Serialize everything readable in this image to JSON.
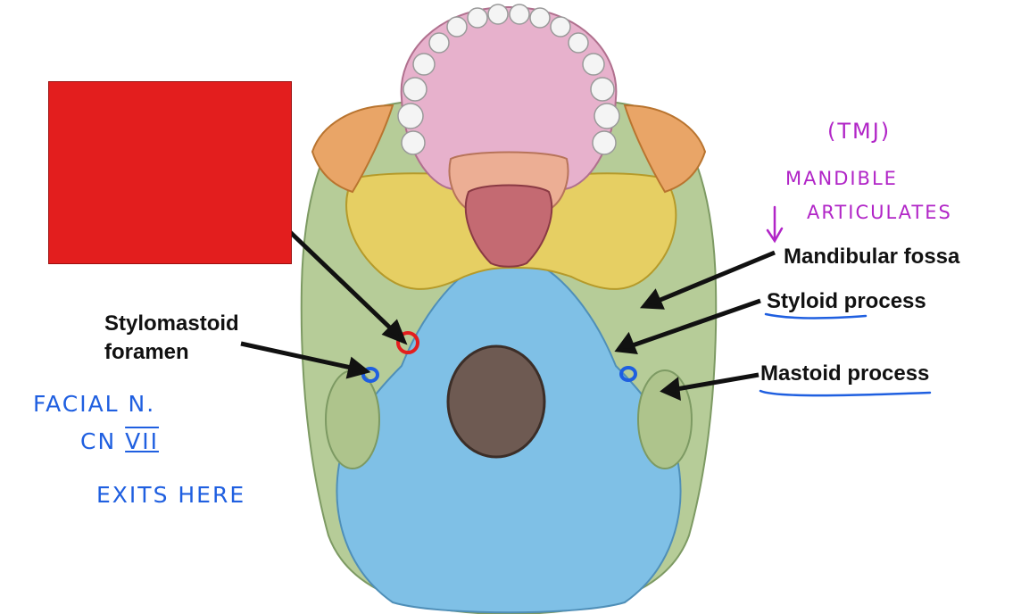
{
  "labels": {
    "stylomastoid": "Stylomastoid",
    "foramen": "foramen",
    "mandibular_fossa": "Mandibular fossa",
    "styloid_word": "Styloid",
    "styloid_rest": " process",
    "mastoid_word": "Mastoid",
    "mastoid_rest": " process"
  },
  "handwriting": {
    "facial_n": "FACIAL N.",
    "cn": "CN",
    "cn_numeral": "VII",
    "exits_here": "EXITS HERE",
    "tmj": "(TMJ)",
    "mandible": "MANDIBLE",
    "articulates": "ARTICULATES"
  },
  "colors": {
    "occipital": "#7fc0e6",
    "temporal": "#b6cc98",
    "sphenoid": "#e6cf63",
    "zygomatic": "#e9a567",
    "maxilla": "#e7b1cc",
    "palatine": "#ecae94",
    "annotation_blue": "#1f5fe0",
    "annotation_purple": "#b125c7",
    "annotation_red": "#e31e1e"
  }
}
